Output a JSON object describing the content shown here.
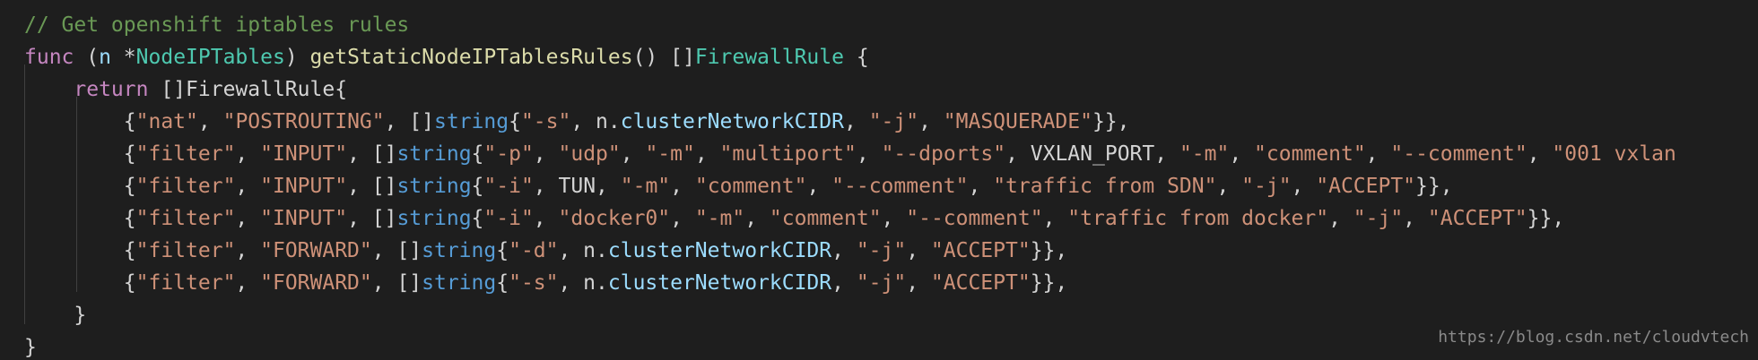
{
  "colors": {
    "background": "#1e1e1e",
    "comment": "#6a9955",
    "keyword": "#c586c0",
    "string": "#ce9178",
    "type": "#4ec9b0",
    "builtin": "#569cd6",
    "function": "#dcdcaa",
    "variable": "#9cdcfe",
    "text": "#d4d4d4",
    "bracket": "#ffd700"
  },
  "watermark": "https://blog.csdn.net/cloudvtech",
  "code_lines": [
    {
      "indent": 0,
      "tokens": [
        {
          "c": "comment",
          "t": "// Get openshift iptables rules"
        }
      ]
    },
    {
      "indent": 0,
      "tokens": [
        {
          "c": "keyword",
          "t": "func"
        },
        {
          "c": "punct",
          "t": " ("
        },
        {
          "c": "var",
          "t": "n"
        },
        {
          "c": "op",
          "t": " *"
        },
        {
          "c": "type",
          "t": "NodeIPTables"
        },
        {
          "c": "punct",
          "t": ") "
        },
        {
          "c": "func",
          "t": "getStaticNodeIPTablesRules"
        },
        {
          "c": "punct",
          "t": "() []"
        },
        {
          "c": "type",
          "t": "FirewallRule"
        },
        {
          "c": "punct",
          "t": " {"
        }
      ]
    },
    {
      "indent": 1,
      "tokens": [
        {
          "c": "keyword",
          "t": "return"
        },
        {
          "c": "punct",
          "t": " []FirewallRule{"
        }
      ]
    },
    {
      "indent": 2,
      "tokens": [
        {
          "c": "punct",
          "t": "{"
        },
        {
          "c": "string",
          "t": "\"nat\""
        },
        {
          "c": "punct",
          "t": ", "
        },
        {
          "c": "string",
          "t": "\"POSTROUTING\""
        },
        {
          "c": "punct",
          "t": ", []"
        },
        {
          "c": "builtin",
          "t": "string"
        },
        {
          "c": "punct",
          "t": "{"
        },
        {
          "c": "string",
          "t": "\"-s\""
        },
        {
          "c": "punct",
          "t": ", n."
        },
        {
          "c": "var",
          "t": "clusterNetworkCIDR"
        },
        {
          "c": "punct",
          "t": ", "
        },
        {
          "c": "string",
          "t": "\"-j\""
        },
        {
          "c": "punct",
          "t": ", "
        },
        {
          "c": "string",
          "t": "\"MASQUERADE\""
        },
        {
          "c": "punct",
          "t": "}},"
        }
      ]
    },
    {
      "indent": 2,
      "tokens": [
        {
          "c": "punct",
          "t": "{"
        },
        {
          "c": "string",
          "t": "\"filter\""
        },
        {
          "c": "punct",
          "t": ", "
        },
        {
          "c": "string",
          "t": "\"INPUT\""
        },
        {
          "c": "punct",
          "t": ", []"
        },
        {
          "c": "builtin",
          "t": "string"
        },
        {
          "c": "punct",
          "t": "{"
        },
        {
          "c": "string",
          "t": "\"-p\""
        },
        {
          "c": "punct",
          "t": ", "
        },
        {
          "c": "string",
          "t": "\"udp\""
        },
        {
          "c": "punct",
          "t": ", "
        },
        {
          "c": "string",
          "t": "\"-m\""
        },
        {
          "c": "punct",
          "t": ", "
        },
        {
          "c": "string",
          "t": "\"multiport\""
        },
        {
          "c": "punct",
          "t": ", "
        },
        {
          "c": "string",
          "t": "\"--dports\""
        },
        {
          "c": "punct",
          "t": ", "
        },
        {
          "c": "ident",
          "t": "VXLAN_PORT"
        },
        {
          "c": "punct",
          "t": ", "
        },
        {
          "c": "string",
          "t": "\"-m\""
        },
        {
          "c": "punct",
          "t": ", "
        },
        {
          "c": "string",
          "t": "\"comment\""
        },
        {
          "c": "punct",
          "t": ", "
        },
        {
          "c": "string",
          "t": "\"--comment\""
        },
        {
          "c": "punct",
          "t": ", "
        },
        {
          "c": "string",
          "t": "\"001 vxlan"
        }
      ]
    },
    {
      "indent": 2,
      "tokens": [
        {
          "c": "punct",
          "t": "{"
        },
        {
          "c": "string",
          "t": "\"filter\""
        },
        {
          "c": "punct",
          "t": ", "
        },
        {
          "c": "string",
          "t": "\"INPUT\""
        },
        {
          "c": "punct",
          "t": ", []"
        },
        {
          "c": "builtin",
          "t": "string"
        },
        {
          "c": "punct",
          "t": "{"
        },
        {
          "c": "string",
          "t": "\"-i\""
        },
        {
          "c": "punct",
          "t": ", "
        },
        {
          "c": "ident",
          "t": "TUN"
        },
        {
          "c": "punct",
          "t": ", "
        },
        {
          "c": "string",
          "t": "\"-m\""
        },
        {
          "c": "punct",
          "t": ", "
        },
        {
          "c": "string",
          "t": "\"comment\""
        },
        {
          "c": "punct",
          "t": ", "
        },
        {
          "c": "string",
          "t": "\"--comment\""
        },
        {
          "c": "punct",
          "t": ", "
        },
        {
          "c": "string",
          "t": "\"traffic from SDN\""
        },
        {
          "c": "punct",
          "t": ", "
        },
        {
          "c": "string",
          "t": "\"-j\""
        },
        {
          "c": "punct",
          "t": ", "
        },
        {
          "c": "string",
          "t": "\"ACCEPT\""
        },
        {
          "c": "punct",
          "t": "}},"
        }
      ]
    },
    {
      "indent": 2,
      "tokens": [
        {
          "c": "punct",
          "t": "{"
        },
        {
          "c": "string",
          "t": "\"filter\""
        },
        {
          "c": "punct",
          "t": ", "
        },
        {
          "c": "string",
          "t": "\"INPUT\""
        },
        {
          "c": "punct",
          "t": ", []"
        },
        {
          "c": "builtin",
          "t": "string"
        },
        {
          "c": "punct",
          "t": "{"
        },
        {
          "c": "string",
          "t": "\"-i\""
        },
        {
          "c": "punct",
          "t": ", "
        },
        {
          "c": "string",
          "t": "\"docker0\""
        },
        {
          "c": "punct",
          "t": ", "
        },
        {
          "c": "string",
          "t": "\"-m\""
        },
        {
          "c": "punct",
          "t": ", "
        },
        {
          "c": "string",
          "t": "\"comment\""
        },
        {
          "c": "punct",
          "t": ", "
        },
        {
          "c": "string",
          "t": "\"--comment\""
        },
        {
          "c": "punct",
          "t": ", "
        },
        {
          "c": "string",
          "t": "\"traffic from docker\""
        },
        {
          "c": "punct",
          "t": ", "
        },
        {
          "c": "string",
          "t": "\"-j\""
        },
        {
          "c": "punct",
          "t": ", "
        },
        {
          "c": "string",
          "t": "\"ACCEPT\""
        },
        {
          "c": "punct",
          "t": "}},"
        }
      ]
    },
    {
      "indent": 2,
      "tokens": [
        {
          "c": "punct",
          "t": "{"
        },
        {
          "c": "string",
          "t": "\"filter\""
        },
        {
          "c": "punct",
          "t": ", "
        },
        {
          "c": "string",
          "t": "\"FORWARD\""
        },
        {
          "c": "punct",
          "t": ", []"
        },
        {
          "c": "builtin",
          "t": "string"
        },
        {
          "c": "punct",
          "t": "{"
        },
        {
          "c": "string",
          "t": "\"-d\""
        },
        {
          "c": "punct",
          "t": ", n."
        },
        {
          "c": "var",
          "t": "clusterNetworkCIDR"
        },
        {
          "c": "punct",
          "t": ", "
        },
        {
          "c": "string",
          "t": "\"-j\""
        },
        {
          "c": "punct",
          "t": ", "
        },
        {
          "c": "string",
          "t": "\"ACCEPT\""
        },
        {
          "c": "punct",
          "t": "}},"
        }
      ]
    },
    {
      "indent": 2,
      "tokens": [
        {
          "c": "punct",
          "t": "{"
        },
        {
          "c": "string",
          "t": "\"filter\""
        },
        {
          "c": "punct",
          "t": ", "
        },
        {
          "c": "string",
          "t": "\"FORWARD\""
        },
        {
          "c": "punct",
          "t": ", []"
        },
        {
          "c": "builtin",
          "t": "string"
        },
        {
          "c": "punct",
          "t": "{"
        },
        {
          "c": "string",
          "t": "\"-s\""
        },
        {
          "c": "punct",
          "t": ", n."
        },
        {
          "c": "var",
          "t": "clusterNetworkCIDR"
        },
        {
          "c": "punct",
          "t": ", "
        },
        {
          "c": "string",
          "t": "\"-j\""
        },
        {
          "c": "punct",
          "t": ", "
        },
        {
          "c": "string",
          "t": "\"ACCEPT\""
        },
        {
          "c": "punct",
          "t": "}},"
        }
      ]
    },
    {
      "indent": 1,
      "tokens": [
        {
          "c": "punct",
          "t": "}"
        }
      ]
    },
    {
      "indent": 0,
      "tokens": [
        {
          "c": "punct",
          "t": "}"
        }
      ]
    }
  ]
}
